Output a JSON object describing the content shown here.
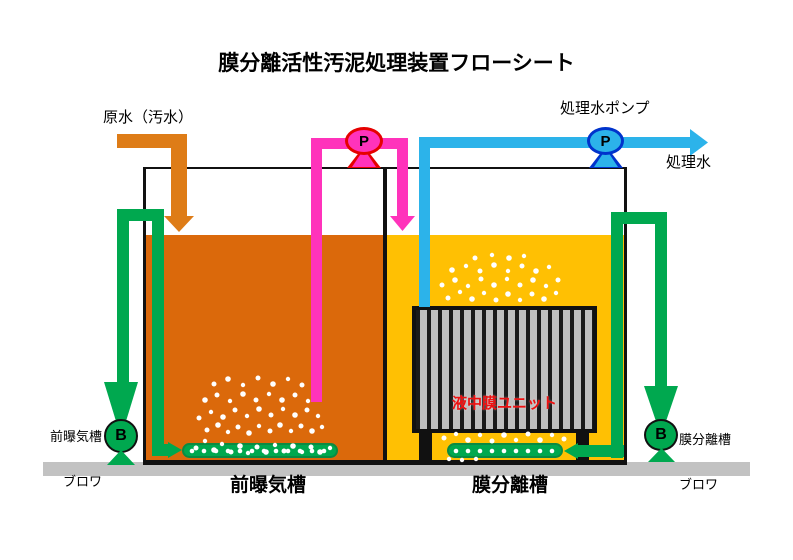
{
  "diagram": {
    "title": "膜分離活性汚泥処理装置フローシート",
    "labels": {
      "raw_water": "原水（汚水）",
      "treated_water_pump": "処理水ポンプ",
      "treated_water": "処理水",
      "left_blower_line1": "前曝気槽",
      "left_blower_line2": "ブロワ",
      "right_blower_line1": "膜分離槽",
      "right_blower_line2": "ブロワ",
      "membrane_unit": "液中膜ユニット",
      "left_tank": "前曝気槽",
      "right_tank": "膜分離槽",
      "pump_symbol": "P",
      "blower_symbol": "B"
    },
    "colors": {
      "raw_water_arrow": "#DE7C17",
      "left_tank_liquid": "#DB690B",
      "right_tank_liquid": "#FFC003",
      "recirculation_pipe": "#FF33BB",
      "pump_pink_border": "#E60000",
      "treated_water_pipe": "#2CB3EA",
      "pump_blue_border": "#0033CC",
      "air_pipe": "#00A84F",
      "membrane_gray": "#BFBFBF",
      "membrane_label_red": "#EE1111",
      "floor_gray": "#C2C2C2"
    }
  },
  "bubbles": {
    "left_tank": [
      [
        196,
        448,
        2.5
      ],
      [
        205,
        441,
        2.2
      ],
      [
        214,
        450,
        2.8
      ],
      [
        222,
        444,
        2.2
      ],
      [
        231,
        452,
        2.5
      ],
      [
        240,
        446,
        2.8
      ],
      [
        248,
        453,
        2.2
      ],
      [
        257,
        447,
        2.5
      ],
      [
        266,
        452,
        2.8
      ],
      [
        275,
        445,
        2.2
      ],
      [
        284,
        451,
        2.5
      ],
      [
        293,
        446,
        2.8
      ],
      [
        302,
        452,
        2.2
      ],
      [
        311,
        447,
        2.5
      ],
      [
        320,
        452,
        2.8
      ],
      [
        330,
        448,
        2.2
      ],
      [
        207,
        430,
        2.5
      ],
      [
        218,
        425,
        2.8
      ],
      [
        228,
        432,
        2.2
      ],
      [
        238,
        427,
        2.5
      ],
      [
        249,
        433,
        2.8
      ],
      [
        259,
        426,
        2.2
      ],
      [
        270,
        431,
        2.5
      ],
      [
        280,
        425,
        2.8
      ],
      [
        291,
        431,
        2.2
      ],
      [
        301,
        426,
        2.5
      ],
      [
        312,
        431,
        2.8
      ],
      [
        322,
        427,
        2.2
      ],
      [
        199,
        418,
        2.5
      ],
      [
        211,
        412,
        2.2
      ],
      [
        223,
        417,
        2.8
      ],
      [
        235,
        410,
        2.5
      ],
      [
        247,
        416,
        2.2
      ],
      [
        259,
        409,
        2.8
      ],
      [
        271,
        415,
        2.5
      ],
      [
        283,
        409,
        2.2
      ],
      [
        295,
        415,
        2.8
      ],
      [
        307,
        410,
        2.5
      ],
      [
        318,
        416,
        2.2
      ],
      [
        205,
        400,
        2.8
      ],
      [
        217,
        395,
        2.5
      ],
      [
        230,
        401,
        2.2
      ],
      [
        243,
        394,
        2.8
      ],
      [
        256,
        400,
        2.5
      ],
      [
        269,
        394,
        2.2
      ],
      [
        282,
        400,
        2.8
      ],
      [
        295,
        395,
        2.5
      ],
      [
        308,
        401,
        2.2
      ],
      [
        214,
        384,
        2.5
      ],
      [
        228,
        379,
        2.8
      ],
      [
        243,
        385,
        2.2
      ],
      [
        258,
        378,
        2.5
      ],
      [
        273,
        384,
        2.8
      ],
      [
        288,
        379,
        2.2
      ],
      [
        302,
        385,
        2.5
      ]
    ],
    "right_tank_upper": [
      [
        448,
        298,
        2.5
      ],
      [
        460,
        292,
        2.2
      ],
      [
        472,
        299,
        2.8
      ],
      [
        484,
        293,
        2.2
      ],
      [
        496,
        300,
        2.5
      ],
      [
        508,
        294,
        2.8
      ],
      [
        520,
        300,
        2.2
      ],
      [
        532,
        294,
        2.5
      ],
      [
        544,
        299,
        2.8
      ],
      [
        556,
        293,
        2.2
      ],
      [
        442,
        285,
        2.5
      ],
      [
        455,
        280,
        2.8
      ],
      [
        468,
        286,
        2.2
      ],
      [
        481,
        279,
        2.5
      ],
      [
        494,
        285,
        2.8
      ],
      [
        507,
        279,
        2.2
      ],
      [
        520,
        285,
        2.5
      ],
      [
        533,
        280,
        2.8
      ],
      [
        546,
        286,
        2.2
      ],
      [
        558,
        280,
        2.5
      ],
      [
        452,
        270,
        2.8
      ],
      [
        466,
        266,
        2.2
      ],
      [
        480,
        271,
        2.5
      ],
      [
        494,
        265,
        2.8
      ],
      [
        508,
        271,
        2.2
      ],
      [
        522,
        266,
        2.5
      ],
      [
        536,
        271,
        2.8
      ],
      [
        549,
        267,
        2.2
      ],
      [
        475,
        258,
        2.5
      ],
      [
        492,
        255,
        2.2
      ],
      [
        509,
        258,
        2.8
      ],
      [
        524,
        256,
        2.2
      ]
    ],
    "right_tank_lower": [
      [
        444,
        438,
        2.5
      ],
      [
        456,
        434,
        2.2
      ],
      [
        468,
        440,
        2.8
      ],
      [
        480,
        435,
        2.2
      ],
      [
        492,
        441,
        2.5
      ],
      [
        504,
        435,
        2.8
      ],
      [
        516,
        440,
        2.2
      ],
      [
        528,
        434,
        2.5
      ],
      [
        540,
        440,
        2.8
      ],
      [
        552,
        435,
        2.2
      ],
      [
        564,
        439,
        2.5
      ],
      [
        449,
        459,
        2.2
      ],
      [
        462,
        460,
        2.2
      ],
      [
        476,
        459,
        2.2
      ]
    ],
    "left_diffuser_dots": [
      [
        192,
        451,
        2.3
      ],
      [
        204,
        451,
        2.3
      ],
      [
        216,
        451,
        2.3
      ],
      [
        228,
        451,
        2.3
      ],
      [
        240,
        451,
        2.3
      ],
      [
        252,
        451,
        2.3
      ],
      [
        264,
        451,
        2.3
      ],
      [
        276,
        451,
        2.3
      ],
      [
        288,
        451,
        2.3
      ],
      [
        300,
        451,
        2.3
      ],
      [
        312,
        451,
        2.3
      ],
      [
        324,
        451,
        2.3
      ]
    ],
    "right_diffuser_dots": [
      [
        456,
        451,
        2.3
      ],
      [
        468,
        451,
        2.3
      ],
      [
        480,
        451,
        2.3
      ],
      [
        492,
        451,
        2.3
      ],
      [
        504,
        451,
        2.3
      ],
      [
        516,
        451,
        2.3
      ],
      [
        528,
        451,
        2.3
      ],
      [
        540,
        451,
        2.3
      ],
      [
        552,
        451,
        2.3
      ]
    ]
  }
}
